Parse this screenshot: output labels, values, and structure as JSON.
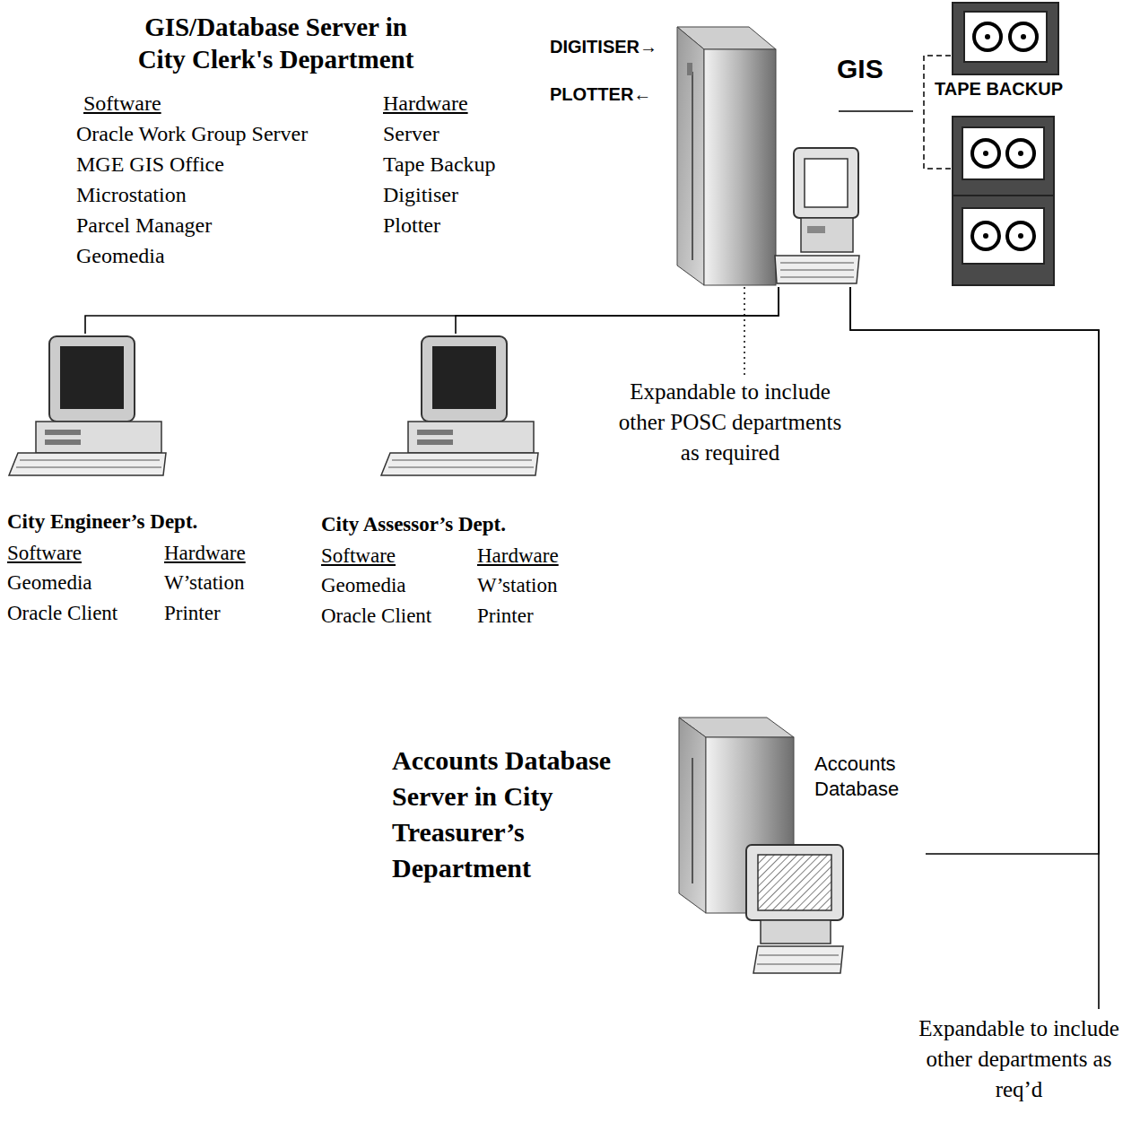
{
  "diagram": {
    "nodes": [
      {
        "text": [
          "GIS/Database Server in City Clerk's Department",
          "Software",
          "Oracle Work Group Server",
          "MGE GIS Office",
          "Microstation",
          "Parcel Manager",
          "Geomedia",
          "Hardware",
          "Server",
          "Tape Backup",
          "Digitiser",
          "Plotter"
        ]
      },
      {
        "text": [
          "City Engineer’s Dept.",
          "Software",
          "Geomedia",
          "Oracle Client",
          "Hardware",
          "W’station",
          "Printer"
        ]
      },
      {
        "text": [
          "City Assessor’s Dept.",
          "Software",
          "Geomedia",
          "Oracle Client",
          "Hardware",
          "W’station",
          "Printer"
        ]
      },
      {
        "text": [
          "Expandable to include other POSC departments as required"
        ]
      },
      {
        "text": [
          "Accounts Database Server in City Treasurer’s Department",
          "Accounts Database"
        ]
      },
      {
        "text": [
          "Expandable to include other departments as req’d"
        ]
      }
    ],
    "edges": [
      {
        "from": 0,
        "to": 1,
        "arrow": "none"
      },
      {
        "from": 0,
        "to": 2,
        "arrow": "none"
      },
      {
        "from": 0,
        "to": 3,
        "arrow": "none"
      },
      {
        "from": 0,
        "to": 4,
        "arrow": "none"
      },
      {
        "from": 0,
        "to": 5,
        "arrow": "none"
      }
    ],
    "labels": [
      "DIGITISER→",
      "PLOTTER←",
      "GIS",
      "TAPE BACKUP"
    ]
  }
}
